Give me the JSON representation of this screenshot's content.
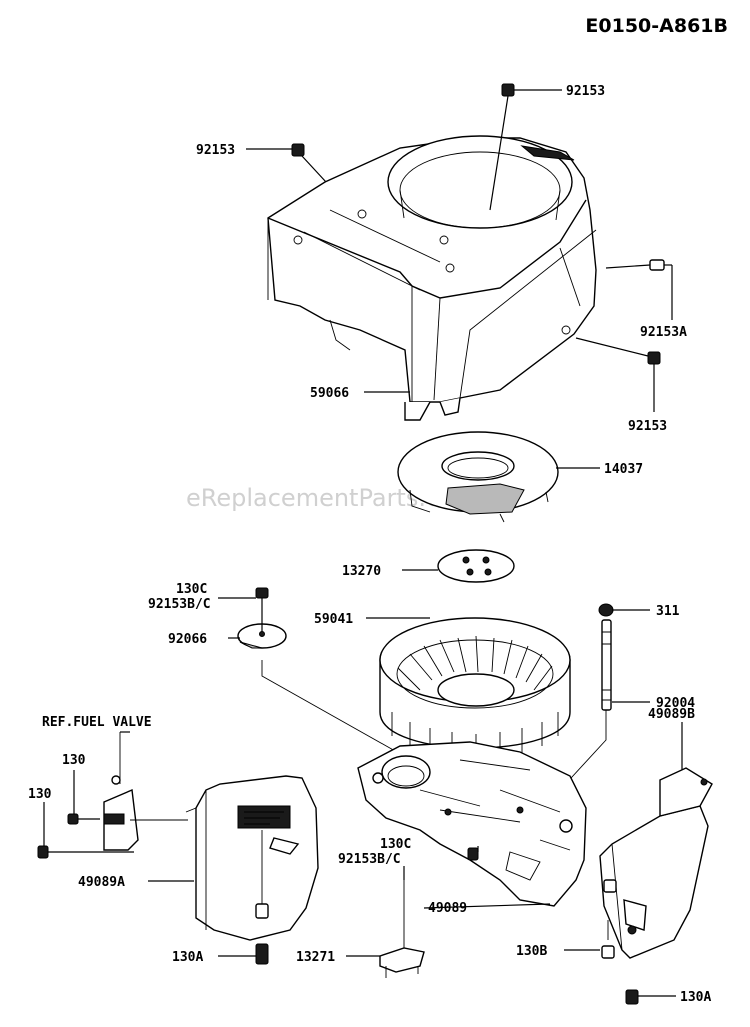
{
  "diagram": {
    "code": "E0150-A861B",
    "watermark": "eReplacementParts.com",
    "labels": {
      "l92153_top": "92153",
      "l92153_left": "92153",
      "l92153A": "92153A",
      "l59066": "59066",
      "l92153_right": "92153",
      "l14037": "14037",
      "l13270": "13270",
      "l130C_top": "130C",
      "l92153BC_top": "92153B/C",
      "l92066": "92066",
      "l59041": "59041",
      "l311": "311",
      "l92004": "92004",
      "l_ref_fuel_valve": "REF.FUEL VALVE",
      "l130_a": "130",
      "l130_b": "130",
      "l49089B": "49089B",
      "l49089A": "49089A",
      "l130C_mid": "130C",
      "l92153BC_mid": "92153B/C",
      "l49089": "49089",
      "l130A_left": "130A",
      "l130B": "130B",
      "l13271": "13271",
      "l130A_right": "130A"
    }
  }
}
